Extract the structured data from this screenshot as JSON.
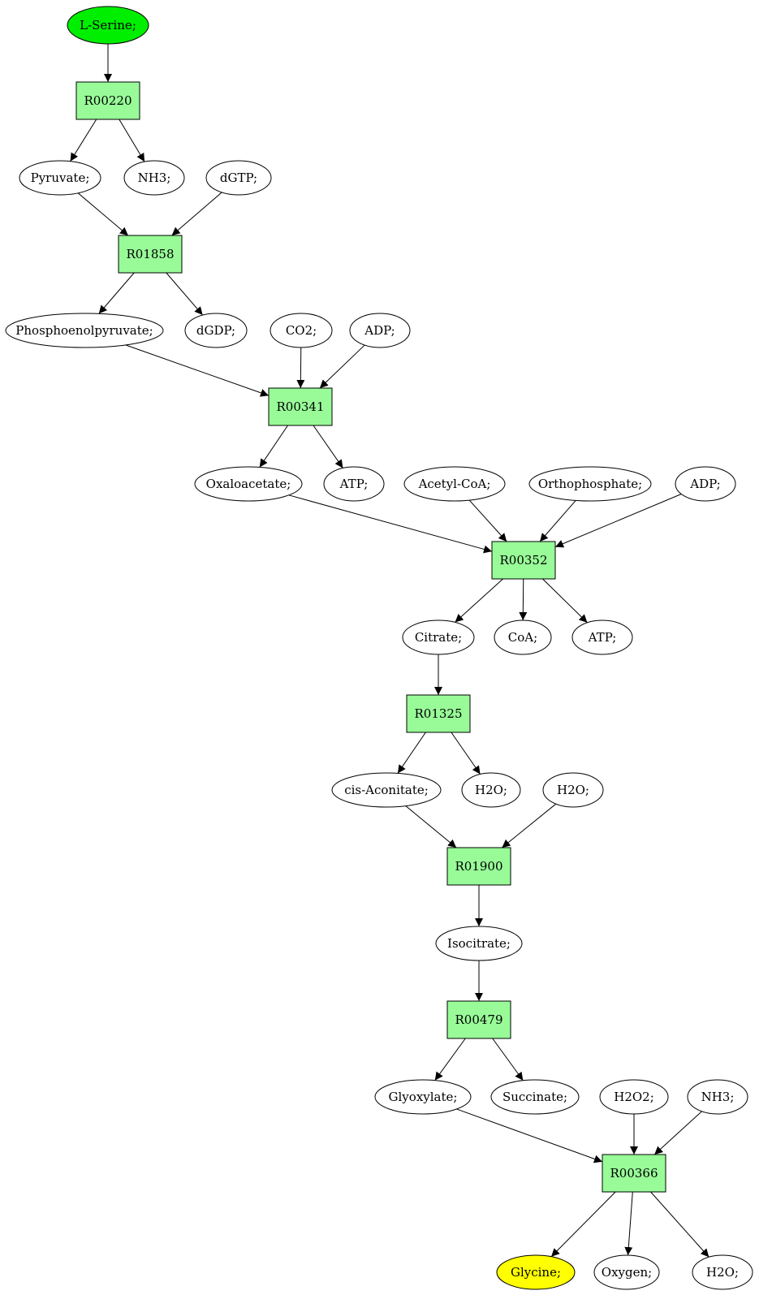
{
  "colors": {
    "background": "#ffffff",
    "compound_fill": "#ffffff",
    "start_fill": "#00ee00",
    "end_fill": "#ffff00",
    "reaction_fill": "#98fb98",
    "stroke": "#000000"
  },
  "nodes": {
    "serine": "L-Serine;",
    "r00220": "R00220",
    "pyruvate": "Pyruvate;",
    "nh3_a": "NH3;",
    "dgtp": "dGTP;",
    "r01858": "R01858",
    "pep": "Phosphoenolpyruvate;",
    "dgdp": "dGDP;",
    "co2": "CO2;",
    "adp_a": "ADP;",
    "r00341": "R00341",
    "oxaloacetate": "Oxaloacetate;",
    "atp_a": "ATP;",
    "acetylcoa": "Acetyl-CoA;",
    "orthophosphate": "Orthophosphate;",
    "adp_b": "ADP;",
    "r00352": "R00352",
    "citrate": "Citrate;",
    "coa": "CoA;",
    "atp_b": "ATP;",
    "r01325": "R01325",
    "cisaconitate": "cis-Aconitate;",
    "h2o_a": "H2O;",
    "h2o_b": "H2O;",
    "r01900": "R01900",
    "isocitrate": "Isocitrate;",
    "r00479": "R00479",
    "glyoxylate": "Glyoxylate;",
    "succinate": "Succinate;",
    "h2o2": "H2O2;",
    "nh3_b": "NH3;",
    "r00366": "R00366",
    "glycine": "Glycine;",
    "oxygen": "Oxygen;",
    "h2o_c": "H2O;"
  },
  "edges": [
    [
      "serine",
      "r00220"
    ],
    [
      "r00220",
      "pyruvate"
    ],
    [
      "r00220",
      "nh3_a"
    ],
    [
      "pyruvate",
      "r01858"
    ],
    [
      "dgtp",
      "r01858"
    ],
    [
      "r01858",
      "pep"
    ],
    [
      "r01858",
      "dgdp"
    ],
    [
      "pep",
      "r00341"
    ],
    [
      "co2",
      "r00341"
    ],
    [
      "adp_a",
      "r00341"
    ],
    [
      "r00341",
      "oxaloacetate"
    ],
    [
      "r00341",
      "atp_a"
    ],
    [
      "oxaloacetate",
      "r00352"
    ],
    [
      "acetylcoa",
      "r00352"
    ],
    [
      "orthophosphate",
      "r00352"
    ],
    [
      "adp_b",
      "r00352"
    ],
    [
      "r00352",
      "citrate"
    ],
    [
      "r00352",
      "coa"
    ],
    [
      "r00352",
      "atp_b"
    ],
    [
      "citrate",
      "r01325"
    ],
    [
      "r01325",
      "cisaconitate"
    ],
    [
      "r01325",
      "h2o_a"
    ],
    [
      "cisaconitate",
      "r01900"
    ],
    [
      "h2o_b",
      "r01900"
    ],
    [
      "r01900",
      "isocitrate"
    ],
    [
      "isocitrate",
      "r00479"
    ],
    [
      "r00479",
      "glyoxylate"
    ],
    [
      "r00479",
      "succinate"
    ],
    [
      "glyoxylate",
      "r00366"
    ],
    [
      "h2o2",
      "r00366"
    ],
    [
      "nh3_b",
      "r00366"
    ],
    [
      "r00366",
      "glycine"
    ],
    [
      "r00366",
      "oxygen"
    ],
    [
      "r00366",
      "h2o_c"
    ]
  ]
}
